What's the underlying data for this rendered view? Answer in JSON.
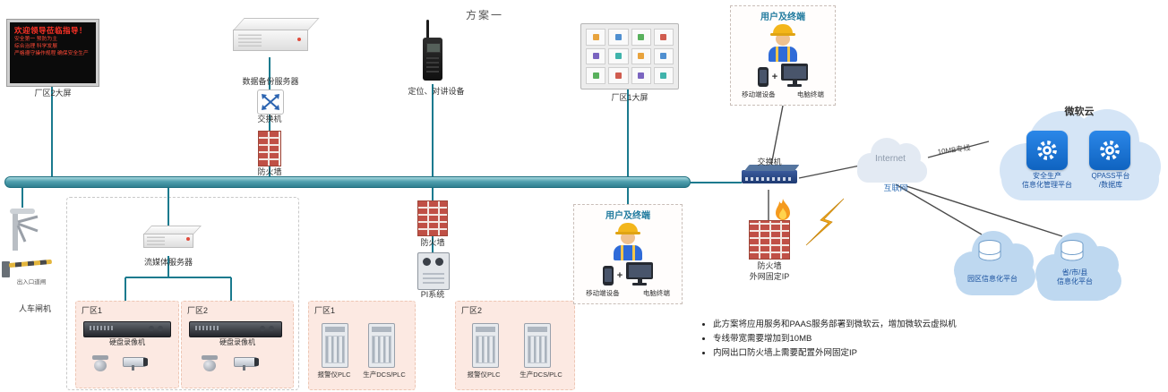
{
  "title": "方案一",
  "colors": {
    "bus": "#3f93a3",
    "connector_teal": "#1a7a8e",
    "connector_dark": "#4a4a4a",
    "area_fill": "#fce9e2",
    "cloud_fill": "#d5e5f6",
    "small_cloud_fill": "#bed8f0",
    "app_blue": "#1270d6",
    "brick_red": "#c05046",
    "accent_teal": "#1f7a9e",
    "led_red": "#ff3226",
    "lightning_yellow": "#f2a71b"
  },
  "nodes": {
    "screen2": {
      "label": "厂区2大屏",
      "lines": [
        "欢迎领导莅临指导！",
        "安全第一 预防为主",
        "综合治理 科学发展",
        "严格遵守操作规程 确保安全生产"
      ]
    },
    "backup_server": {
      "label": "数据备份服务器"
    },
    "switch_top": {
      "label": "交换机"
    },
    "firewall_top": {
      "label": "防火墙"
    },
    "intercom": {
      "label": "定位、对讲设备"
    },
    "screen1": {
      "label": "厂区1大屏"
    },
    "terminals_top": {
      "title": "用户及终端",
      "plus": "+",
      "mobile": "移动端设备",
      "pc": "电脑终端"
    },
    "switch_core": {
      "label": "交换机"
    },
    "internet": {
      "label": "Internet",
      "caption": "互联网"
    },
    "leased_line": {
      "label": "10MB专线"
    },
    "ms_cloud": {
      "title": "微软云",
      "app1": "安全生产\n信息化管理平台",
      "app2": "QPASS平台\n/数据库"
    },
    "cloud_park": {
      "label": "园区信息化平台"
    },
    "cloud_gov": {
      "label": "省/市/县\n信息化平台"
    },
    "firewall_ext": {
      "label": "防火墙",
      "caption": "外网固定IP"
    },
    "gate": {
      "label": "人车闸机",
      "caption": "出入口道闸"
    },
    "media_server": {
      "label": "流媒体服务器"
    },
    "video_area1": {
      "title": "厂区1",
      "device": "硬盘录像机"
    },
    "video_area2": {
      "title": "厂区2",
      "device": "硬盘录像机"
    },
    "firewall_mid": {
      "label": "防火墙"
    },
    "pi": {
      "label": "PI系统"
    },
    "plc_area1": {
      "title": "厂区1",
      "left": "报警仪PLC",
      "right": "生产DCS/PLC"
    },
    "plc_area2": {
      "title": "厂区2",
      "left": "报警仪PLC",
      "right": "生产DCS/PLC"
    }
  },
  "terminals_bottom": {
    "title": "用户及终端",
    "plus": "+",
    "mobile": "移动端设备",
    "pc": "电脑终端"
  },
  "notes": [
    "此方案将应用服务和PAAS服务部署到微软云，增加微软云虚拟机",
    "专线带宽需要增加到10MB",
    "内网出口防火墙上需要配置外网固定IP"
  ]
}
